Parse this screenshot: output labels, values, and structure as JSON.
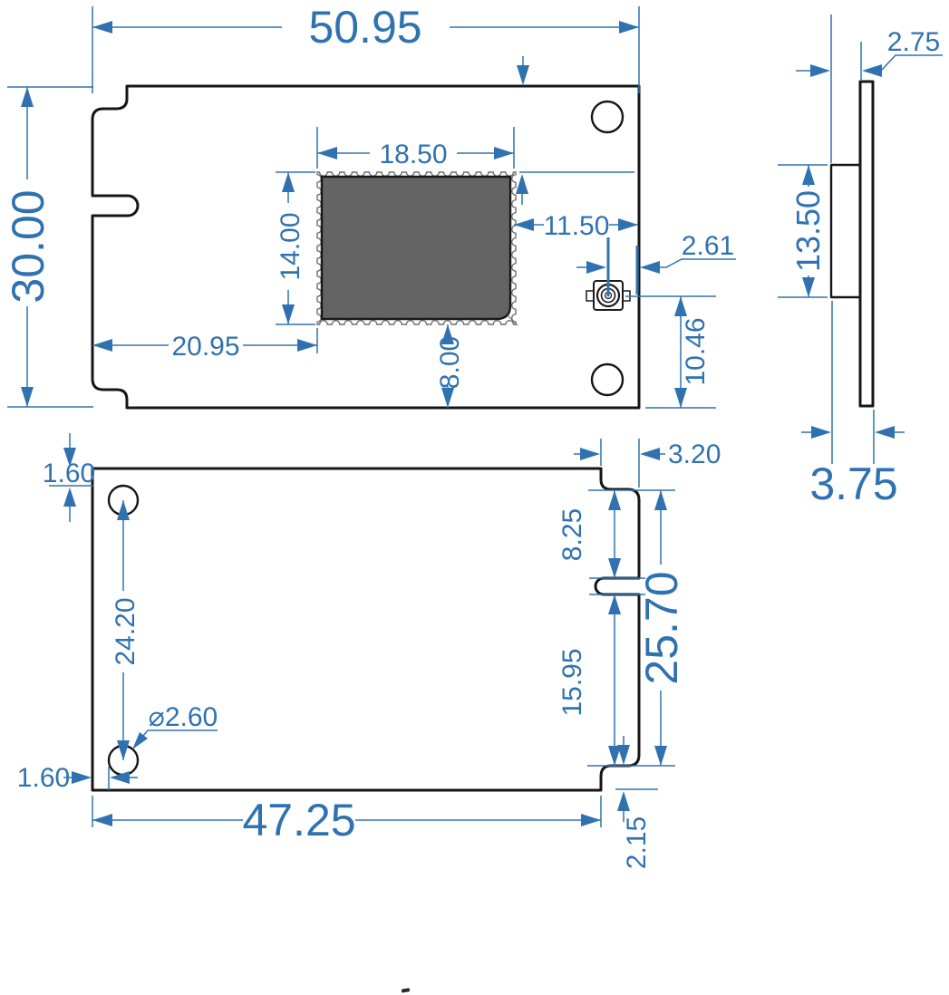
{
  "drawing": {
    "colors": {
      "dimension_blue": "#3072b0",
      "outline_black": "#161616",
      "shield_gray": "#646464"
    },
    "views": {
      "top": {
        "dims": {
          "overall_width": "50.95",
          "overall_height": "30.00",
          "shield_width": "18.50",
          "shield_height": "14.00",
          "shield_offset_left": "20.95",
          "shield_offset_bottom": "8.00",
          "shield_to_right_edge": "11.50",
          "antenna_center_to_edge": "2.61",
          "antenna_center_to_bottom": "10.46"
        }
      },
      "bottom": {
        "dims": {
          "width": "47.25",
          "right_edge_length": "25.70",
          "corner_step_width": "3.20",
          "corner_step_height": "2.15",
          "step_to_notch": "8.25",
          "notch_to_step": "15.95",
          "hole_edge_top": "1.60",
          "hole_edge_left": "1.60",
          "hole_pitch": "24.20",
          "hole_diameter": "⌀2.60"
        }
      },
      "side": {
        "dims": {
          "shield_standoff": "2.75",
          "shield_length": "13.50",
          "total_thickness": "3.75"
        }
      }
    }
  }
}
